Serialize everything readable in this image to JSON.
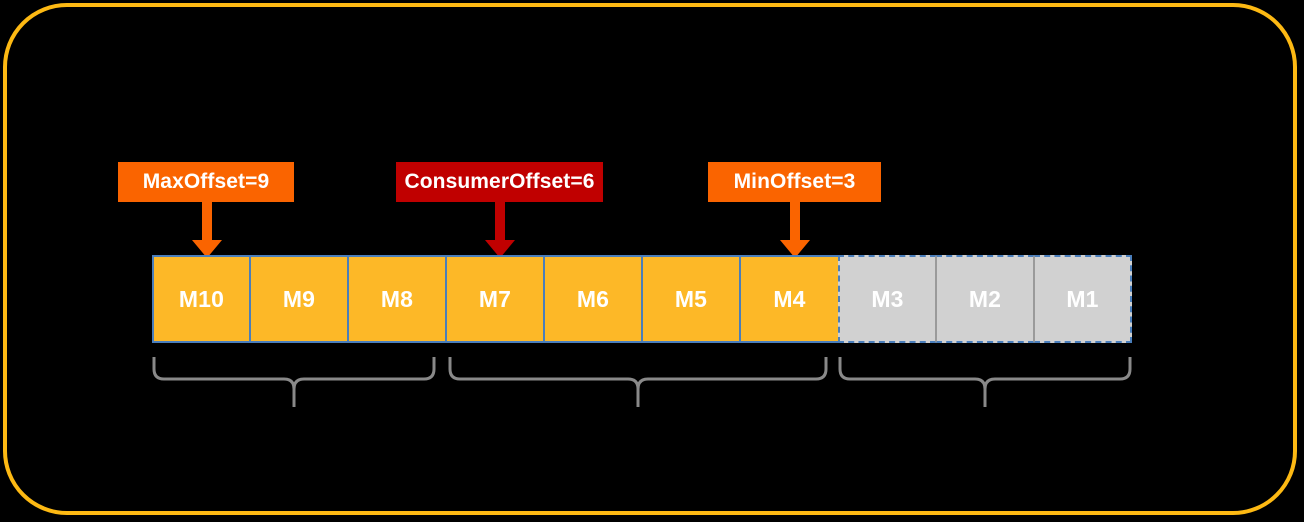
{
  "diagram": {
    "title": "message-queue-offsets",
    "background_color": "#000000",
    "frame_color": "#FDB913"
  },
  "callouts": [
    {
      "id": "max-offset",
      "label": "MaxOffset=9",
      "color": "#FA6400",
      "points_to": "M10"
    },
    {
      "id": "consumer-offset",
      "label": "ConsumerOffset=6",
      "color": "#C00000",
      "points_to": "M7"
    },
    {
      "id": "min-offset",
      "label": "MinOffset=3",
      "color": "#FA6400",
      "points_to": "M4"
    }
  ],
  "messages": [
    {
      "label": "M10",
      "state": "stored"
    },
    {
      "label": "M9",
      "state": "stored"
    },
    {
      "label": "M8",
      "state": "stored"
    },
    {
      "label": "M7",
      "state": "stored"
    },
    {
      "label": "M6",
      "state": "stored"
    },
    {
      "label": "M5",
      "state": "stored"
    },
    {
      "label": "M4",
      "state": "stored"
    },
    {
      "label": "M3",
      "state": "expired"
    },
    {
      "label": "M2",
      "state": "expired"
    },
    {
      "label": "M1",
      "state": "expired"
    }
  ],
  "colors": {
    "stored_fill": "#FDB827",
    "expired_fill": "#D1D1D1",
    "box_border": "#4A7EBB",
    "brace": "#898989",
    "text": "#FFFFFF"
  },
  "braces": [
    {
      "id": "brace-unconsumed",
      "label": "",
      "covers": [
        "M10",
        "M9",
        "M8"
      ]
    },
    {
      "id": "brace-consumed",
      "label": "",
      "covers": [
        "M7",
        "M6",
        "M5",
        "M4"
      ]
    },
    {
      "id": "brace-expired",
      "label": "",
      "covers": [
        "M3",
        "M2",
        "M1"
      ]
    }
  ]
}
